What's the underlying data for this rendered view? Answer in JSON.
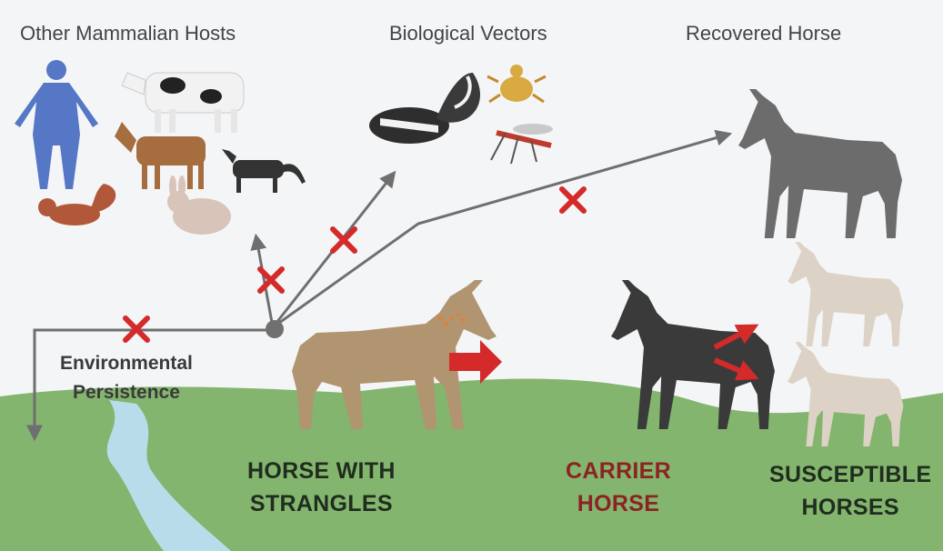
{
  "labels": {
    "other_hosts": "Other Mammalian Hosts",
    "vectors": "Biological Vectors",
    "recovered": "Recovered Horse",
    "environmental_1": "Environmental",
    "environmental_2": "Persistence",
    "strangles_1": "HORSE WITH",
    "strangles_2": "STRANGLES",
    "carrier_1": "CARRIER",
    "carrier_2": "HORSE",
    "susceptible_1": "SUSCEPTIBLE",
    "susceptible_2": "HORSES"
  },
  "colors": {
    "sky": "#f4f5f7",
    "grass": "#84b56e",
    "river": "#b9dcea",
    "arrow": "#6f6f6f",
    "blocked_x": "#d42a2a",
    "transmission_arrow": "#d42a2a",
    "carrier_text": "#8b2323",
    "dark_text": "#1f2d1f",
    "strangles_horse": "#b19470",
    "carrier_horse": "#3a3a3a",
    "recovered_horse": "#6c6c6c",
    "susceptible_horse": "#ddd2c6"
  }
}
